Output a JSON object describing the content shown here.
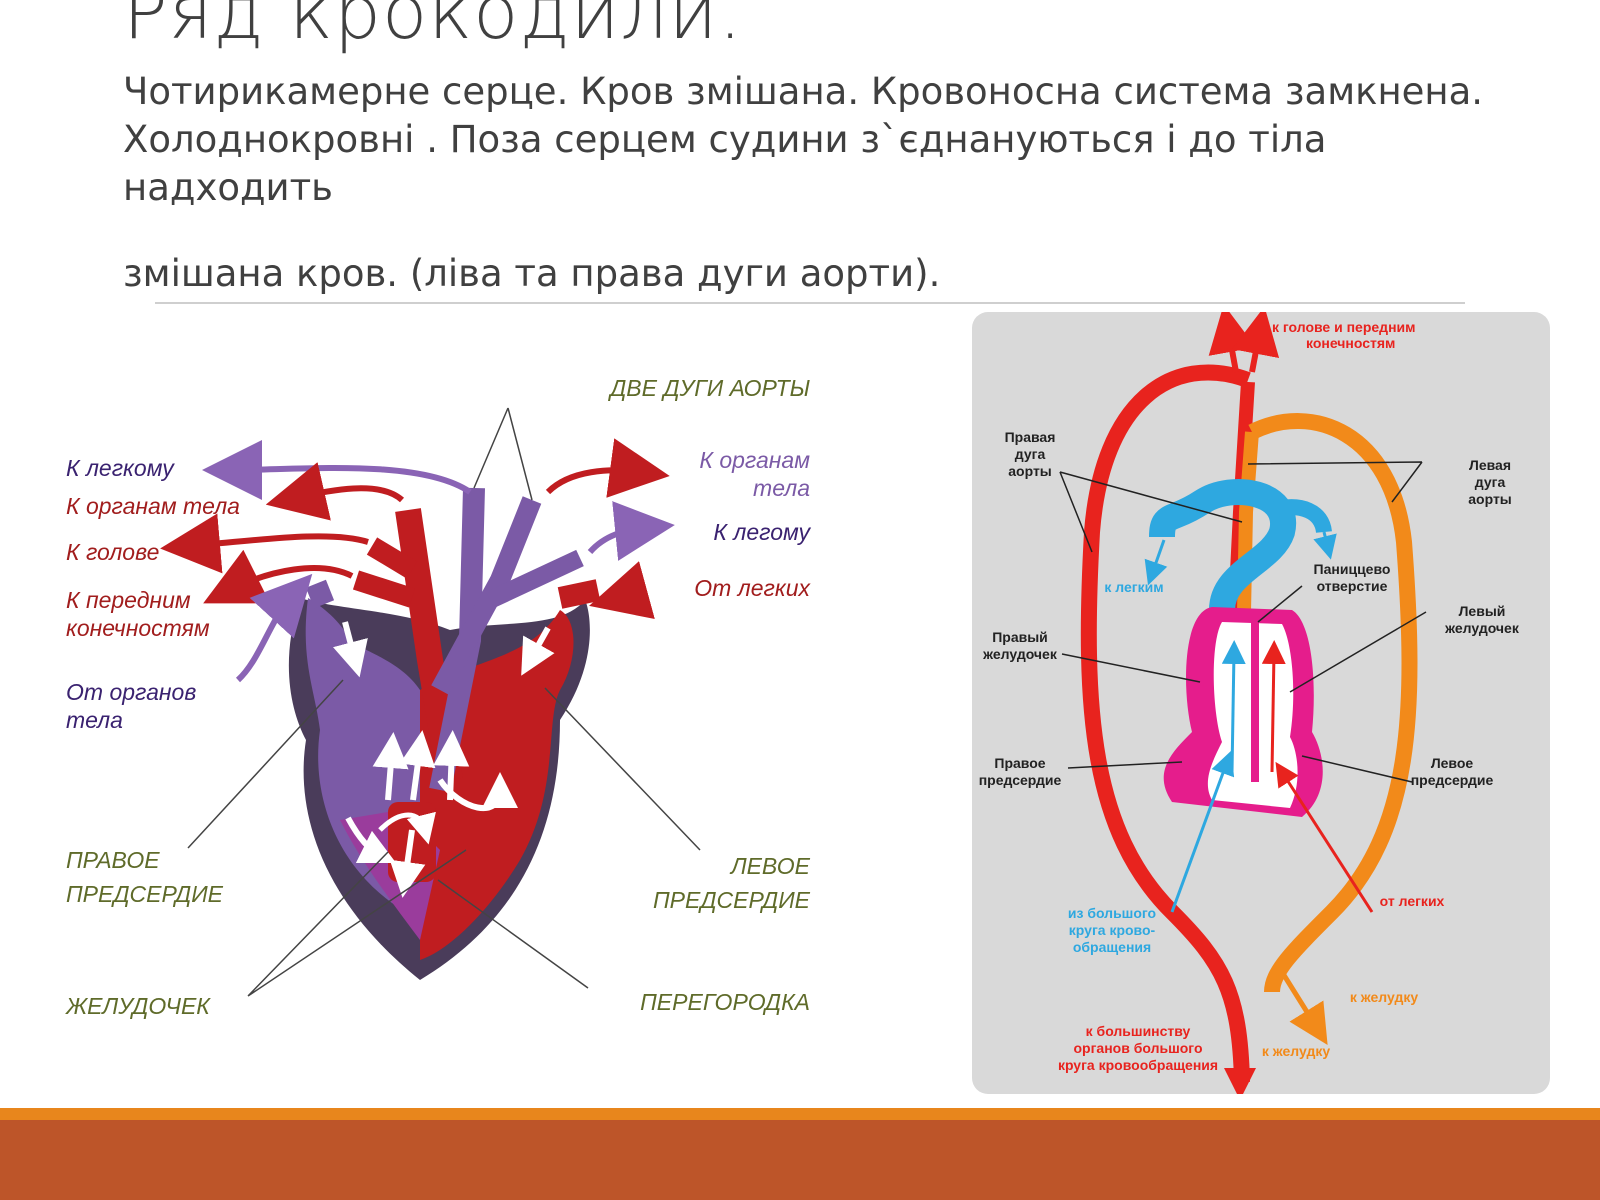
{
  "slide": {
    "title": "Ряд крокодили.",
    "text_lines": [
      "Чотирикамерне серце.  Кров змішана. Кровоносна система замкнена.",
      "Холоднокровні . Поза серцем судини з`єднануються і до тіла надходить",
      "змішана кров.  (ліва та права дуги аорти)."
    ]
  },
  "left_diagram": {
    "labels": {
      "two_aortic_arches": "ДВЕ ДУГИ АОРТЫ",
      "to_lung_left": "К легкому",
      "to_body_organs_left": "К органам тела",
      "to_head": "К голове",
      "to_forelimbs_1": "К передним",
      "to_forelimbs_2": "конечностям",
      "from_body_organs_1": "От органов",
      "from_body_organs_2": "тела",
      "to_organs_right_1": "К органам",
      "to_organs_right_2": "тела",
      "to_lung_right": "К легому",
      "from_lungs": "От легких",
      "right_atrium_1": "ПРАВОЕ",
      "right_atrium_2": "ПРЕДСЕРДИЕ",
      "left_atrium_1": "ЛЕВОЕ",
      "left_atrium_2": "ПРЕДСЕРДИЕ",
      "ventricle": "ЖЕЛУДОЧЕК",
      "septum": "ПЕРЕГОРОДКА"
    },
    "colors": {
      "venous": "#7b5aa6",
      "arterial": "#c01d20",
      "outline": "#4a3c5a",
      "label_olive": "#5f6b2a",
      "label_purple": "#3a2270",
      "label_red": "#a11d1d"
    }
  },
  "right_diagram": {
    "labels": {
      "to_head_forelimbs_1": "к голове и передним",
      "to_head_forelimbs_2": "конечностям",
      "right_aorta_1": "Правая",
      "right_aorta_2": "дуга",
      "right_aorta_3": "аорты",
      "left_aorta_1": "Левая",
      "left_aorta_2": "дуга",
      "left_aorta_3": "аорты",
      "to_lungs": "к легким",
      "panizza_1": "Паниццево",
      "panizza_2": "отверстие",
      "right_ventricle_1": "Правый",
      "right_ventricle_2": "желудочек",
      "left_ventricle_1": "Левый",
      "left_ventricle_2": "желудочек",
      "right_atrium_1": "Правое",
      "right_atrium_2": "предсердие",
      "left_atrium_1": "Левое",
      "left_atrium_2": "предсердие",
      "from_lungs": "от легких",
      "from_systemic_1": "из большого",
      "from_systemic_2": "круга крово-",
      "from_systemic_3": "обращения",
      "to_stomach_1": "к желудку",
      "to_stomach_2": "к желудку",
      "to_most_1": "к большинству",
      "to_most_2": "органов большого",
      "to_most_3": "круга кровообращения"
    },
    "colors": {
      "background": "#d9d9d9",
      "right_arch": "#e8231e",
      "left_arch": "#f28a1a",
      "pulmonary": "#2ea8e0",
      "heart": "#e51d8c"
    }
  }
}
